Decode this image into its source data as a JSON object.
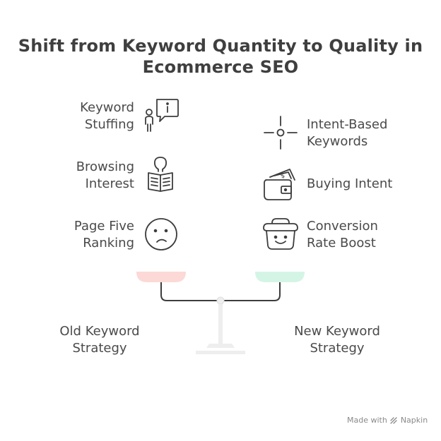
{
  "title": {
    "line1": "Shift from Keyword Quantity to Quality in",
    "line2": "Ecommerce SEO"
  },
  "left": {
    "items": [
      {
        "line1": "Keyword",
        "line2": "Stuffing",
        "icon": "person-info-icon"
      },
      {
        "line1": "Browsing",
        "line2": "Interest",
        "icon": "reading-newspaper-icon"
      },
      {
        "line1": "Page Five",
        "line2": "Ranking",
        "icon": "sad-face-icon"
      }
    ],
    "strategy": {
      "line1": "Old Keyword",
      "line2": "Strategy"
    },
    "pan_color": "#fcd9d6"
  },
  "right": {
    "items": [
      {
        "line1": "Intent-Based",
        "line2": "Keywords",
        "icon": "crosshair-icon"
      },
      {
        "line1": "Buying Intent",
        "icon": "wallet-money-icon"
      },
      {
        "line1": "Conversion",
        "line2": "Rate Boost",
        "icon": "happy-basket-icon"
      }
    ],
    "strategy": {
      "line1": "New Keyword",
      "line2": "Strategy"
    },
    "pan_color": "#d4f5e6"
  },
  "footer": {
    "made_with": "Made with",
    "brand": "Napkin"
  }
}
